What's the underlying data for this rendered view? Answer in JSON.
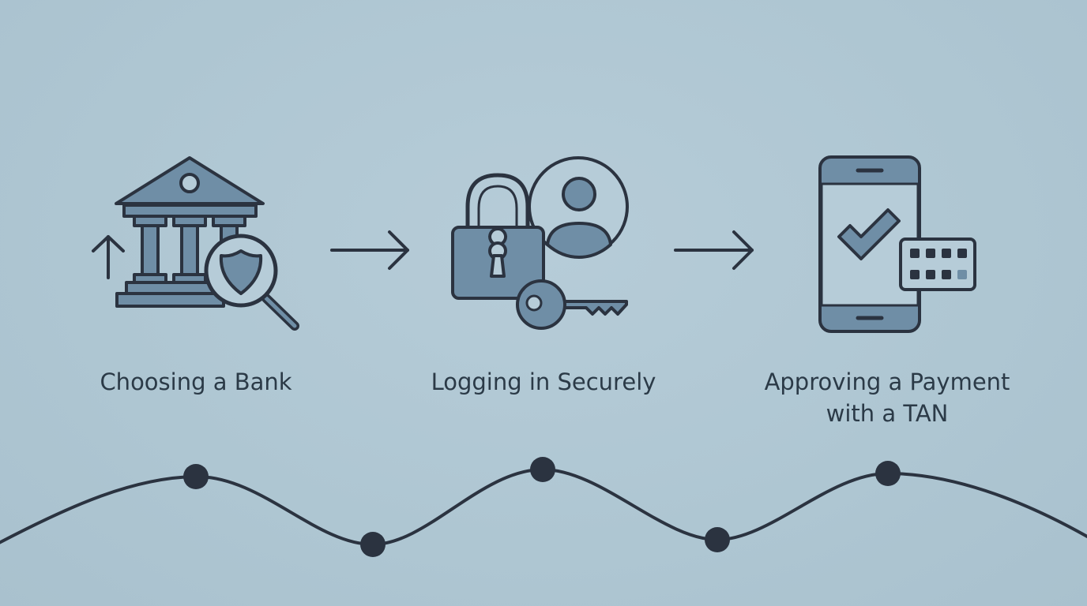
{
  "colors": {
    "background": "#b0c8d4",
    "stroke": "#2b3340",
    "fill": "#6f8ea6",
    "text": "#2b3a47"
  },
  "steps": [
    {
      "label": "Choosing a Bank",
      "icon": "bank-with-magnifier-shield-icon"
    },
    {
      "label": "Logging in Securely",
      "icon": "padlock-user-key-icon"
    },
    {
      "label": "Approving a Payment\nwith a TAN",
      "icon": "phone-check-tan-keypad-icon"
    }
  ],
  "connectors": [
    {
      "icon": "arrow-right-icon"
    },
    {
      "icon": "arrow-right-icon"
    }
  ]
}
